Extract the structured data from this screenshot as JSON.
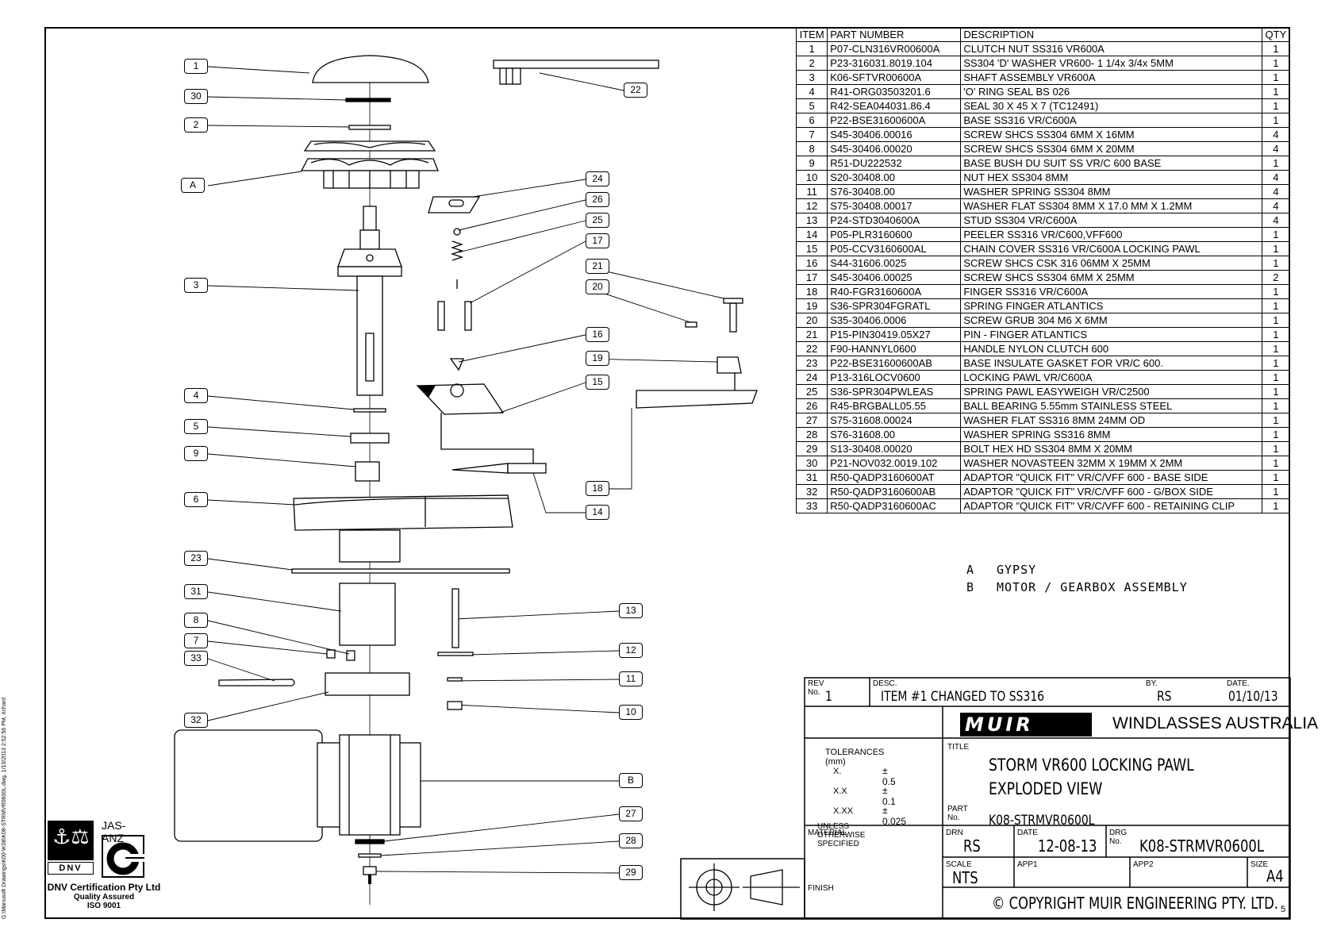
{
  "side_path": "G:\\Manusoft Drawings\\K00-\\K08\\K08-STRMVR0600L.dwg, 1/10/2013 2:52:56 PM, richard",
  "parts_list": {
    "headers": {
      "item": "ITEM",
      "part_number": "PART NUMBER",
      "description": "DESCRIPTION",
      "qty": "QTY"
    },
    "rows": [
      [
        "1",
        "P07-CLN316VR00600A",
        "CLUTCH NUT SS316 VR600A",
        "1"
      ],
      [
        "2",
        "P23-316031.8019.104",
        "SS304 'D' WASHER VR600- 1 1/4x 3/4x 5MM",
        "1"
      ],
      [
        "3",
        "K06-SFTVR00600A",
        "SHAFT ASSEMBLY VR600A",
        "1"
      ],
      [
        "4",
        "R41-ORG03503201.6",
        "'O' RING SEAL BS 026",
        "1"
      ],
      [
        "5",
        "R42-SEA044031.86.4",
        "SEAL 30 X 45 X 7 (TC12491)",
        "1"
      ],
      [
        "6",
        "P22-BSE31600600A",
        "BASE SS316 VR/C600A",
        "1"
      ],
      [
        "7",
        "S45-30406.00016",
        "SCREW SHCS SS304 6MM X 16MM",
        "4"
      ],
      [
        "8",
        "S45-30406.00020",
        "SCREW SHCS SS304 6MM X 20MM",
        "4"
      ],
      [
        "9",
        "R51-DU222532",
        "BASE BUSH DU SUIT SS VR/C 600 BASE",
        "1"
      ],
      [
        "10",
        "S20-30408.00",
        "NUT HEX SS304 8MM",
        "4"
      ],
      [
        "11",
        "S76-30408.00",
        "WASHER SPRING SS304 8MM",
        "4"
      ],
      [
        "12",
        "S75-30408.00017",
        "WASHER FLAT SS304 8MM X 17.0 MM X 1.2MM",
        "4"
      ],
      [
        "13",
        "P24-STD3040600A",
        "STUD SS304 VR/C600A",
        "4"
      ],
      [
        "14",
        "P05-PLR3160600",
        "PEELER SS316 VR/C600,VFF600",
        "1"
      ],
      [
        "15",
        "P05-CCV3160600AL",
        "CHAIN COVER SS316 VR/C600A LOCKING PAWL",
        "1"
      ],
      [
        "16",
        "S44-31606.0025",
        "SCREW SHCS CSK 316 06MM X 25MM",
        "1"
      ],
      [
        "17",
        "S45-30406.00025",
        "SCREW SHCS SS304 6MM X 25MM",
        "2"
      ],
      [
        "18",
        "R40-FGR3160600A",
        "FINGER SS316 VR/C600A",
        "1"
      ],
      [
        "19",
        "S36-SPR304FGRATL",
        "SPRING FINGER ATLANTICS",
        "1"
      ],
      [
        "20",
        "S35-30406.0006",
        "SCREW GRUB 304 M6 X 6MM",
        "1"
      ],
      [
        "21",
        "P15-PIN30419.05X27",
        "PIN - FINGER ATLANTICS",
        "1"
      ],
      [
        "22",
        "F90-HANNYL0600",
        "HANDLE NYLON CLUTCH 600",
        "1"
      ],
      [
        "23",
        "P22-BSE31600600AB",
        "BASE INSULATE GASKET FOR VR/C 600.",
        "1"
      ],
      [
        "24",
        "P13-316LOCV0600",
        "LOCKING PAWL VR/C600A",
        "1"
      ],
      [
        "25",
        "S36-SPR304PWLEAS",
        "SPRING PAWL EASYWEIGH VR/C2500",
        "1"
      ],
      [
        "26",
        "R45-BRGBALL05.55",
        "BALL BEARING 5.55mm STAINLESS STEEL",
        "1"
      ],
      [
        "27",
        "S75-31608.00024",
        "WASHER FLAT SS316 8MM 24MM OD",
        "1"
      ],
      [
        "28",
        "S76-31608.00",
        "WASHER SPRING SS316 8MM",
        "1"
      ],
      [
        "29",
        "S13-30408.00020",
        "BOLT HEX HD SS304 8MM X 20MM",
        "1"
      ],
      [
        "30",
        "P21-NOV032.0019.102",
        "WASHER NOVASTEEN 32MM X 19MM X 2MM",
        "1"
      ],
      [
        "31",
        "R50-QADP3160600AT",
        "ADAPTOR \"QUICK FIT\"  VR/C/VFF 600 - BASE SIDE",
        "1"
      ],
      [
        "32",
        "R50-QADP3160600AB",
        "ADAPTOR \"QUICK FIT\"  VR/C/VFF 600 - G/BOX SIDE",
        "1"
      ],
      [
        "33",
        "R50-QADP3160600AC",
        "ADAPTOR \"QUICK FIT\"  VR/C/VFF 600 - RETAINING CLIP",
        "1"
      ]
    ]
  },
  "notes": [
    {
      "key": "A",
      "text": "GYPSY"
    },
    {
      "key": "B",
      "text": "MOTOR / GEARBOX ASSEMBLY"
    }
  ],
  "balloons_left": [
    "1",
    "30",
    "2",
    "A",
    "3",
    "4",
    "5",
    "9",
    "6",
    "23",
    "31",
    "8",
    "7",
    "33",
    "32"
  ],
  "balloons_mid": [
    "22",
    "24",
    "26",
    "25",
    "17",
    "21",
    "20",
    "16",
    "19",
    "15",
    "18",
    "14"
  ],
  "balloons_low": [
    "13",
    "12",
    "11",
    "10",
    "B",
    "27",
    "28",
    "29"
  ],
  "title_block": {
    "rev_label": "REV No.",
    "rev": "1",
    "desc_label": "DESC.",
    "desc": "ITEM #1 CHANGED TO SS316",
    "by_label": "BY.",
    "by": "RS",
    "date_label": "DATE.",
    "date": "01/10/13",
    "company": "WINDLASSES AUSTRALIA",
    "logo_text": "MUIR",
    "tolerances_label": "TOLERANCES (mm)",
    "tolerances": [
      [
        "X.",
        "± 0.5"
      ],
      [
        "X.X",
        "± 0.1"
      ],
      [
        "X.XX",
        "± 0.025"
      ]
    ],
    "unless": "UNLESS OTHERWISE SPECIFIED",
    "title_label": "TITLE",
    "title_1": "STORM VR600 LOCKING PAWL",
    "title_2": "EXPLODED VIEW",
    "part_no_label": "PART No.",
    "part_no": "K08-STRMVR0600L",
    "material_label": "MATERIAL",
    "finish_label": "FINISH",
    "drn_label": "DRN",
    "drn": "RS",
    "dwg_date_label": "DATE",
    "dwg_date": "12-08-13",
    "drg_label": "DRG No.",
    "drg": "K08-STRMVR0600L",
    "scale_label": "SCALE",
    "scale": "NTS",
    "app1_label": "APP1",
    "app2_label": "APP2",
    "size_label": "SIZE",
    "size": "A4",
    "copyright": "© COPYRIGHT MUIR ENGINEERING PTY. LTD.",
    "sheet": "5"
  },
  "cert": {
    "jas": "JAS-ANZ",
    "dnv": "DNV",
    "line1": "DNV Certification Pty Ltd",
    "line2": "Quality Assured",
    "line3": "ISO 9001"
  }
}
